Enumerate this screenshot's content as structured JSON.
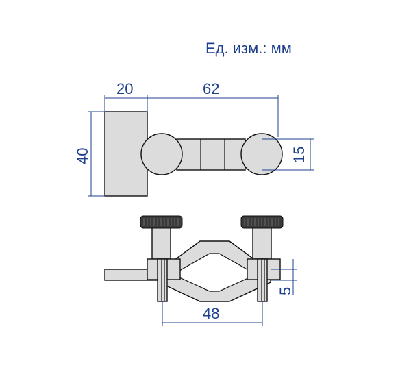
{
  "units_label": "Ед. изм.: мм",
  "dimensions": {
    "block_width": "20",
    "arm_length": "62",
    "block_height": "40",
    "ball_diameter": "15",
    "clamp_thickness": "5",
    "clamp_span": "48"
  },
  "colors": {
    "dimension": "#1f3f8f",
    "part_fill": "#dcdcdc",
    "outline": "#111111",
    "knurl": "#3a3a3a"
  }
}
